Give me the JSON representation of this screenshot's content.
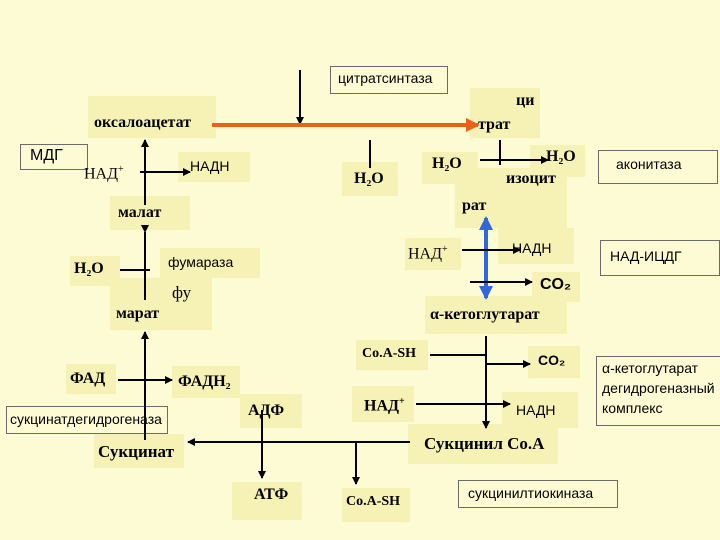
{
  "nodes": {
    "citrate_synthase": "цитратсинтаза",
    "oxaloacetate": "оксалоацетат",
    "citrate_part1": "ци",
    "citrate_part2": "трат",
    "mdh": "МДГ",
    "nad_left": "НАД",
    "nad_left_sup": "+",
    "nadh_left": "НАДН",
    "h2o_mid": "H₂O",
    "h2o_aconitase_left": "H₂O",
    "h2o_aconitase_right": "H₂O",
    "isocitrate_part1": "изоцит",
    "isocitrate_part2": "рат",
    "aconitase": "аконитаза",
    "malate": "малат",
    "fumarase": "фумараза",
    "h2o_left": "H₂O",
    "fumarate_part1": "фу",
    "fumarate_part2": "марат",
    "nad_icdh": "НАД",
    "nad_icdh_sup": "+",
    "nadh_icdh": "НАДН",
    "icdh": "НАД-ИЦДГ",
    "co2_icdh": "CO₂",
    "akg": "α-кетоглутарат",
    "coa_sh_top": "Co.A-SH",
    "co2_akgdh": "CO₂",
    "akgdh_line1": "α-кетоглутарат",
    "akgdh_line2": "дегидрогеназный",
    "akgdh_line3": "комплекс",
    "fad": "ФАД",
    "fadh2": "ФАДН₂",
    "sdh": "сукцинатдегидрогеназа",
    "adp": "АДФ",
    "nad_akgdh": "НАД",
    "nad_akgdh_sup": "+",
    "nadh_akgdh": "НАДН",
    "succinate": "Сукцинат",
    "succinyl_coa": "Сукцинил Co.A",
    "atp": "АТФ",
    "coa_sh_bottom": "Co.A-SH",
    "sck": "сукцинилтиокиназа"
  },
  "colors": {
    "background": "#fdfbd3",
    "label_fill": "#f6f1b5",
    "orange_arrow": "#e8621a",
    "blue_arrow": "#3366dd",
    "line": "#000000"
  }
}
